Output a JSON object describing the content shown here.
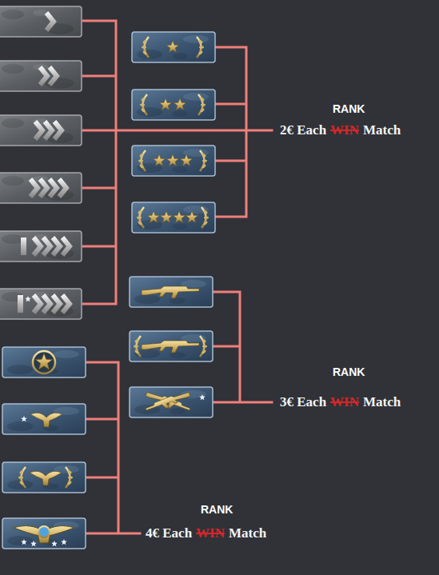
{
  "diagram": {
    "labels": [
      "RANK",
      "2€ Each",
      "WIN",
      "Match",
      "RANK",
      "3€ Each",
      "WIN",
      "Match",
      "RANK",
      "4€ Each",
      "WIN",
      "Match"
    ]
  }
}
